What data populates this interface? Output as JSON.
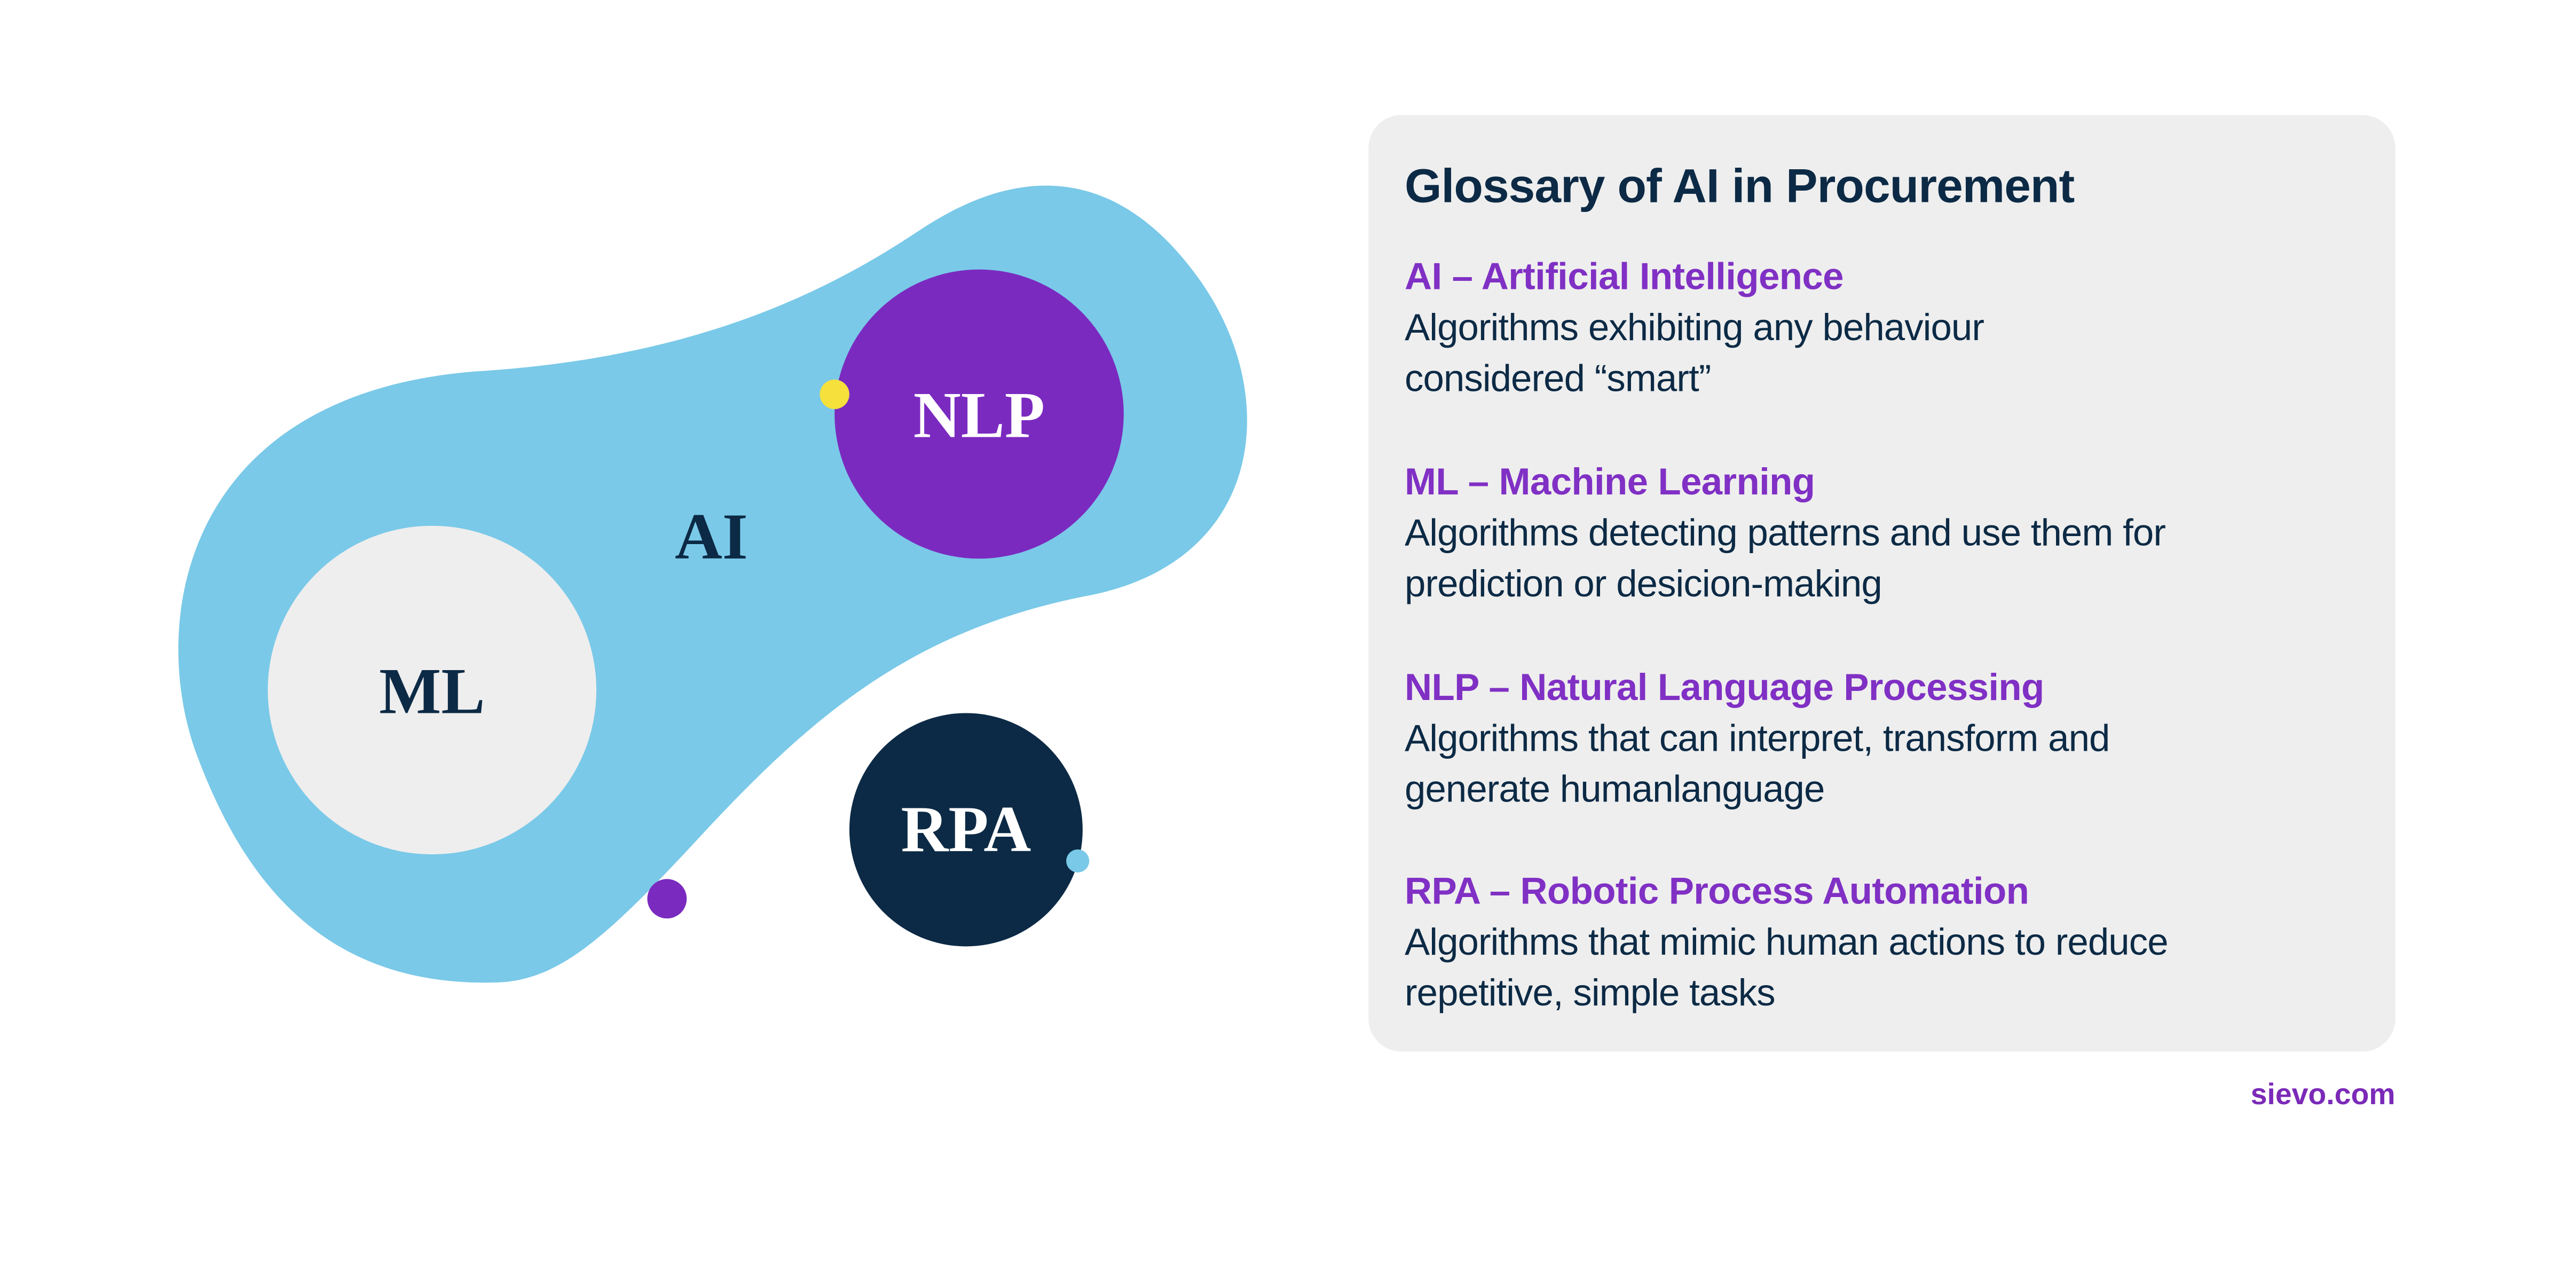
{
  "diagram": {
    "outer_label": "AI",
    "circles": [
      {
        "label": "ML"
      },
      {
        "label": "NLP"
      },
      {
        "label": "RPA"
      }
    ]
  },
  "glossary": {
    "title": "Glossary of AI in Procurement",
    "entries": [
      {
        "term": "AI – Artificial Intelligence",
        "desc_lines": [
          "Algorithms exhibiting any behaviour",
          "considered “smart”"
        ]
      },
      {
        "term": "ML – Machine Learning",
        "desc_lines": [
          "Algorithms detecting patterns and use them for",
          "prediction or desicion-making"
        ]
      },
      {
        "term": "NLP – Natural Language Processing",
        "desc_lines": [
          "Algorithms that can interpret, transform and",
          "generate humanlanguage"
        ]
      },
      {
        "term": "RPA – Robotic Process Automation",
        "desc_lines": [
          "Algorithms that mimic human actions to reduce",
          "repetitive, simple tasks"
        ]
      }
    ]
  },
  "footer": {
    "site": "sievo.com"
  },
  "colors": {
    "blue": "#7ac9e8",
    "purple": "#7b2ac0",
    "navy": "#0c2a45",
    "grey": "#eeeeee",
    "yellow": "#f5e03c"
  }
}
